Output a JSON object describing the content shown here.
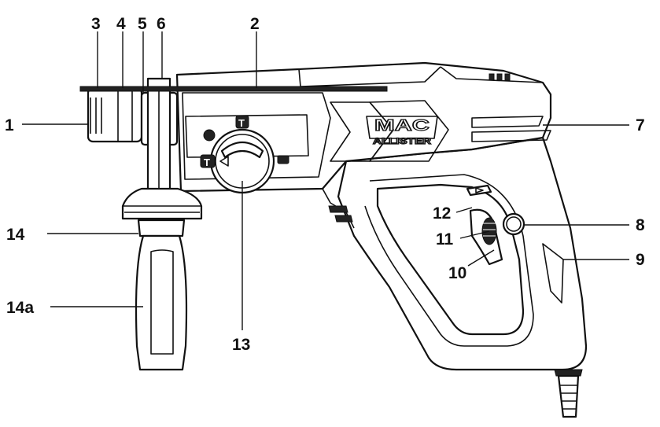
{
  "brand_logo": {
    "line1": "MAC",
    "line2": "ALLISTER"
  },
  "mode_symbols": [
    "T",
    "T"
  ],
  "callouts": [
    {
      "id": "1",
      "text": "1"
    },
    {
      "id": "2",
      "text": "2"
    },
    {
      "id": "3",
      "text": "3"
    },
    {
      "id": "4",
      "text": "4"
    },
    {
      "id": "5",
      "text": "5"
    },
    {
      "id": "6",
      "text": "6"
    },
    {
      "id": "7",
      "text": "7"
    },
    {
      "id": "8",
      "text": "8"
    },
    {
      "id": "9",
      "text": "9"
    },
    {
      "id": "10",
      "text": "10"
    },
    {
      "id": "11",
      "text": "11"
    },
    {
      "id": "12",
      "text": "12"
    },
    {
      "id": "13",
      "text": "13"
    },
    {
      "id": "14",
      "text": "14"
    },
    {
      "id": "14a",
      "text": "14a"
    }
  ]
}
